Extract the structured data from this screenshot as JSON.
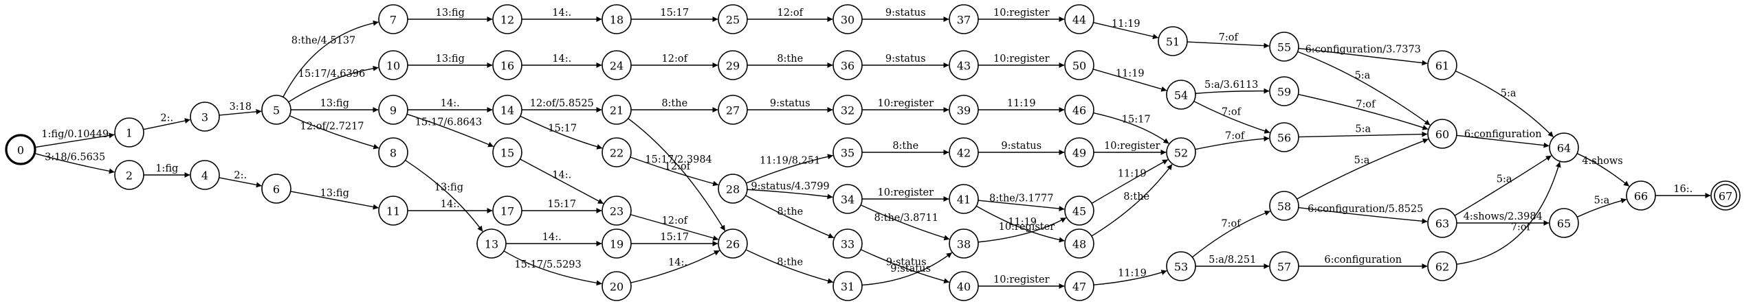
{
  "graph": {
    "start_state": "0",
    "final_states": [
      "67"
    ],
    "states": [
      "0",
      "1",
      "2",
      "3",
      "4",
      "5",
      "6",
      "7",
      "8",
      "9",
      "10",
      "11",
      "12",
      "13",
      "14",
      "15",
      "16",
      "17",
      "18",
      "19",
      "20",
      "21",
      "22",
      "23",
      "24",
      "25",
      "26",
      "27",
      "28",
      "29",
      "30",
      "31",
      "32",
      "33",
      "34",
      "35",
      "36",
      "37",
      "38",
      "39",
      "40",
      "41",
      "42",
      "43",
      "44",
      "45",
      "46",
      "47",
      "48",
      "49",
      "50",
      "51",
      "52",
      "53",
      "54",
      "55",
      "56",
      "57",
      "58",
      "59",
      "60",
      "61",
      "62",
      "63",
      "64",
      "65",
      "66",
      "67"
    ],
    "transitions": [
      {
        "from": "0",
        "to": "1",
        "label": "1:fig/0.10449"
      },
      {
        "from": "0",
        "to": "2",
        "label": "3:18/6.5635"
      },
      {
        "from": "1",
        "to": "3",
        "label": "2:."
      },
      {
        "from": "2",
        "to": "4",
        "label": "1:fig"
      },
      {
        "from": "3",
        "to": "5",
        "label": "3:18"
      },
      {
        "from": "4",
        "to": "6",
        "label": "2:."
      },
      {
        "from": "5",
        "to": "7",
        "label": "8:the/4.5137"
      },
      {
        "from": "5",
        "to": "10",
        "label": "15:17/4.6396"
      },
      {
        "from": "5",
        "to": "9",
        "label": "13:fig"
      },
      {
        "from": "5",
        "to": "8",
        "label": "12:of/2.7217"
      },
      {
        "from": "6",
        "to": "11",
        "label": "13:fig"
      },
      {
        "from": "7",
        "to": "12",
        "label": "13:fig"
      },
      {
        "from": "10",
        "to": "16",
        "label": "13:fig"
      },
      {
        "from": "9",
        "to": "14",
        "label": "14:."
      },
      {
        "from": "9",
        "to": "15",
        "label": "15:17/6.8643"
      },
      {
        "from": "8",
        "to": "13",
        "label": "13:fig"
      },
      {
        "from": "11",
        "to": "17",
        "label": "14:."
      },
      {
        "from": "12",
        "to": "18",
        "label": "14:."
      },
      {
        "from": "16",
        "to": "24",
        "label": "14:."
      },
      {
        "from": "14",
        "to": "21",
        "label": "12:of/5.8525"
      },
      {
        "from": "14",
        "to": "22",
        "label": "15:17"
      },
      {
        "from": "15",
        "to": "23",
        "label": "14:."
      },
      {
        "from": "17",
        "to": "23",
        "label": "15:17"
      },
      {
        "from": "13",
        "to": "19",
        "label": "14:."
      },
      {
        "from": "13",
        "to": "20",
        "label": "15:17/5.5293"
      },
      {
        "from": "18",
        "to": "25",
        "label": "15:17"
      },
      {
        "from": "24",
        "to": "29",
        "label": "12:of"
      },
      {
        "from": "21",
        "to": "27",
        "label": "8:the"
      },
      {
        "from": "21",
        "to": "26",
        "label": "15:17/2.3984"
      },
      {
        "from": "22",
        "to": "28",
        "label": "12:of"
      },
      {
        "from": "23",
        "to": "26",
        "label": "12:of"
      },
      {
        "from": "19",
        "to": "26",
        "label": "15:17"
      },
      {
        "from": "20",
        "to": "26",
        "label": "14:."
      },
      {
        "from": "25",
        "to": "30",
        "label": "12:of"
      },
      {
        "from": "29",
        "to": "36",
        "label": "8:the"
      },
      {
        "from": "27",
        "to": "32",
        "label": "9:status"
      },
      {
        "from": "28",
        "to": "35",
        "label": "11:19/8.251"
      },
      {
        "from": "28",
        "to": "34",
        "label": "9:status/4.3799"
      },
      {
        "from": "28",
        "to": "33",
        "label": "8:the"
      },
      {
        "from": "26",
        "to": "31",
        "label": "8:the"
      },
      {
        "from": "30",
        "to": "37",
        "label": "9:status"
      },
      {
        "from": "36",
        "to": "43",
        "label": "9:status"
      },
      {
        "from": "32",
        "to": "39",
        "label": "10:register"
      },
      {
        "from": "35",
        "to": "42",
        "label": "8:the"
      },
      {
        "from": "34",
        "to": "41",
        "label": "10:register"
      },
      {
        "from": "34",
        "to": "38",
        "label": "8:the/3.8711"
      },
      {
        "from": "33",
        "to": "40",
        "label": "9:status"
      },
      {
        "from": "31",
        "to": "38",
        "label": "9:status"
      },
      {
        "from": "37",
        "to": "44",
        "label": "10:register"
      },
      {
        "from": "43",
        "to": "50",
        "label": "10:register"
      },
      {
        "from": "39",
        "to": "46",
        "label": "11:19"
      },
      {
        "from": "42",
        "to": "49",
        "label": "9:status"
      },
      {
        "from": "41",
        "to": "45",
        "label": "8:the/3.1777"
      },
      {
        "from": "41",
        "to": "48",
        "label": "11:19"
      },
      {
        "from": "38",
        "to": "45",
        "label": "10:register"
      },
      {
        "from": "40",
        "to": "47",
        "label": "10:register"
      },
      {
        "from": "44",
        "to": "51",
        "label": "11:19"
      },
      {
        "from": "50",
        "to": "54",
        "label": "11:19"
      },
      {
        "from": "46",
        "to": "52",
        "label": "15:17"
      },
      {
        "from": "49",
        "to": "52",
        "label": "10:register"
      },
      {
        "from": "45",
        "to": "52",
        "label": "11:19"
      },
      {
        "from": "48",
        "to": "52",
        "label": "8:the"
      },
      {
        "from": "47",
        "to": "53",
        "label": "11:19"
      },
      {
        "from": "51",
        "to": "55",
        "label": "7:of"
      },
      {
        "from": "54",
        "to": "59",
        "label": "5:a/3.6113"
      },
      {
        "from": "54",
        "to": "56",
        "label": "7:of"
      },
      {
        "from": "52",
        "to": "56",
        "label": "7:of"
      },
      {
        "from": "53",
        "to": "58",
        "label": "7:of"
      },
      {
        "from": "53",
        "to": "57",
        "label": "5:a/8.251"
      },
      {
        "from": "55",
        "to": "61",
        "label": "6:configuration/3.7373"
      },
      {
        "from": "55",
        "to": "60",
        "label": "5:a"
      },
      {
        "from": "59",
        "to": "60",
        "label": "7:of"
      },
      {
        "from": "56",
        "to": "60",
        "label": "5:a"
      },
      {
        "from": "58",
        "to": "60",
        "label": "5:a"
      },
      {
        "from": "58",
        "to": "63",
        "label": "6:configuration/5.8525"
      },
      {
        "from": "57",
        "to": "62",
        "label": "6:configuration"
      },
      {
        "from": "61",
        "to": "64",
        "label": "5:a"
      },
      {
        "from": "60",
        "to": "64",
        "label": "6:configuration"
      },
      {
        "from": "63",
        "to": "64",
        "label": "5:a"
      },
      {
        "from": "63",
        "to": "65",
        "label": "4:shows/2.3984"
      },
      {
        "from": "62",
        "to": "64",
        "label": "7:of"
      },
      {
        "from": "64",
        "to": "66",
        "label": "4:shows"
      },
      {
        "from": "65",
        "to": "66",
        "label": "5:a"
      },
      {
        "from": "66",
        "to": "67",
        "label": "16:."
      }
    ]
  }
}
